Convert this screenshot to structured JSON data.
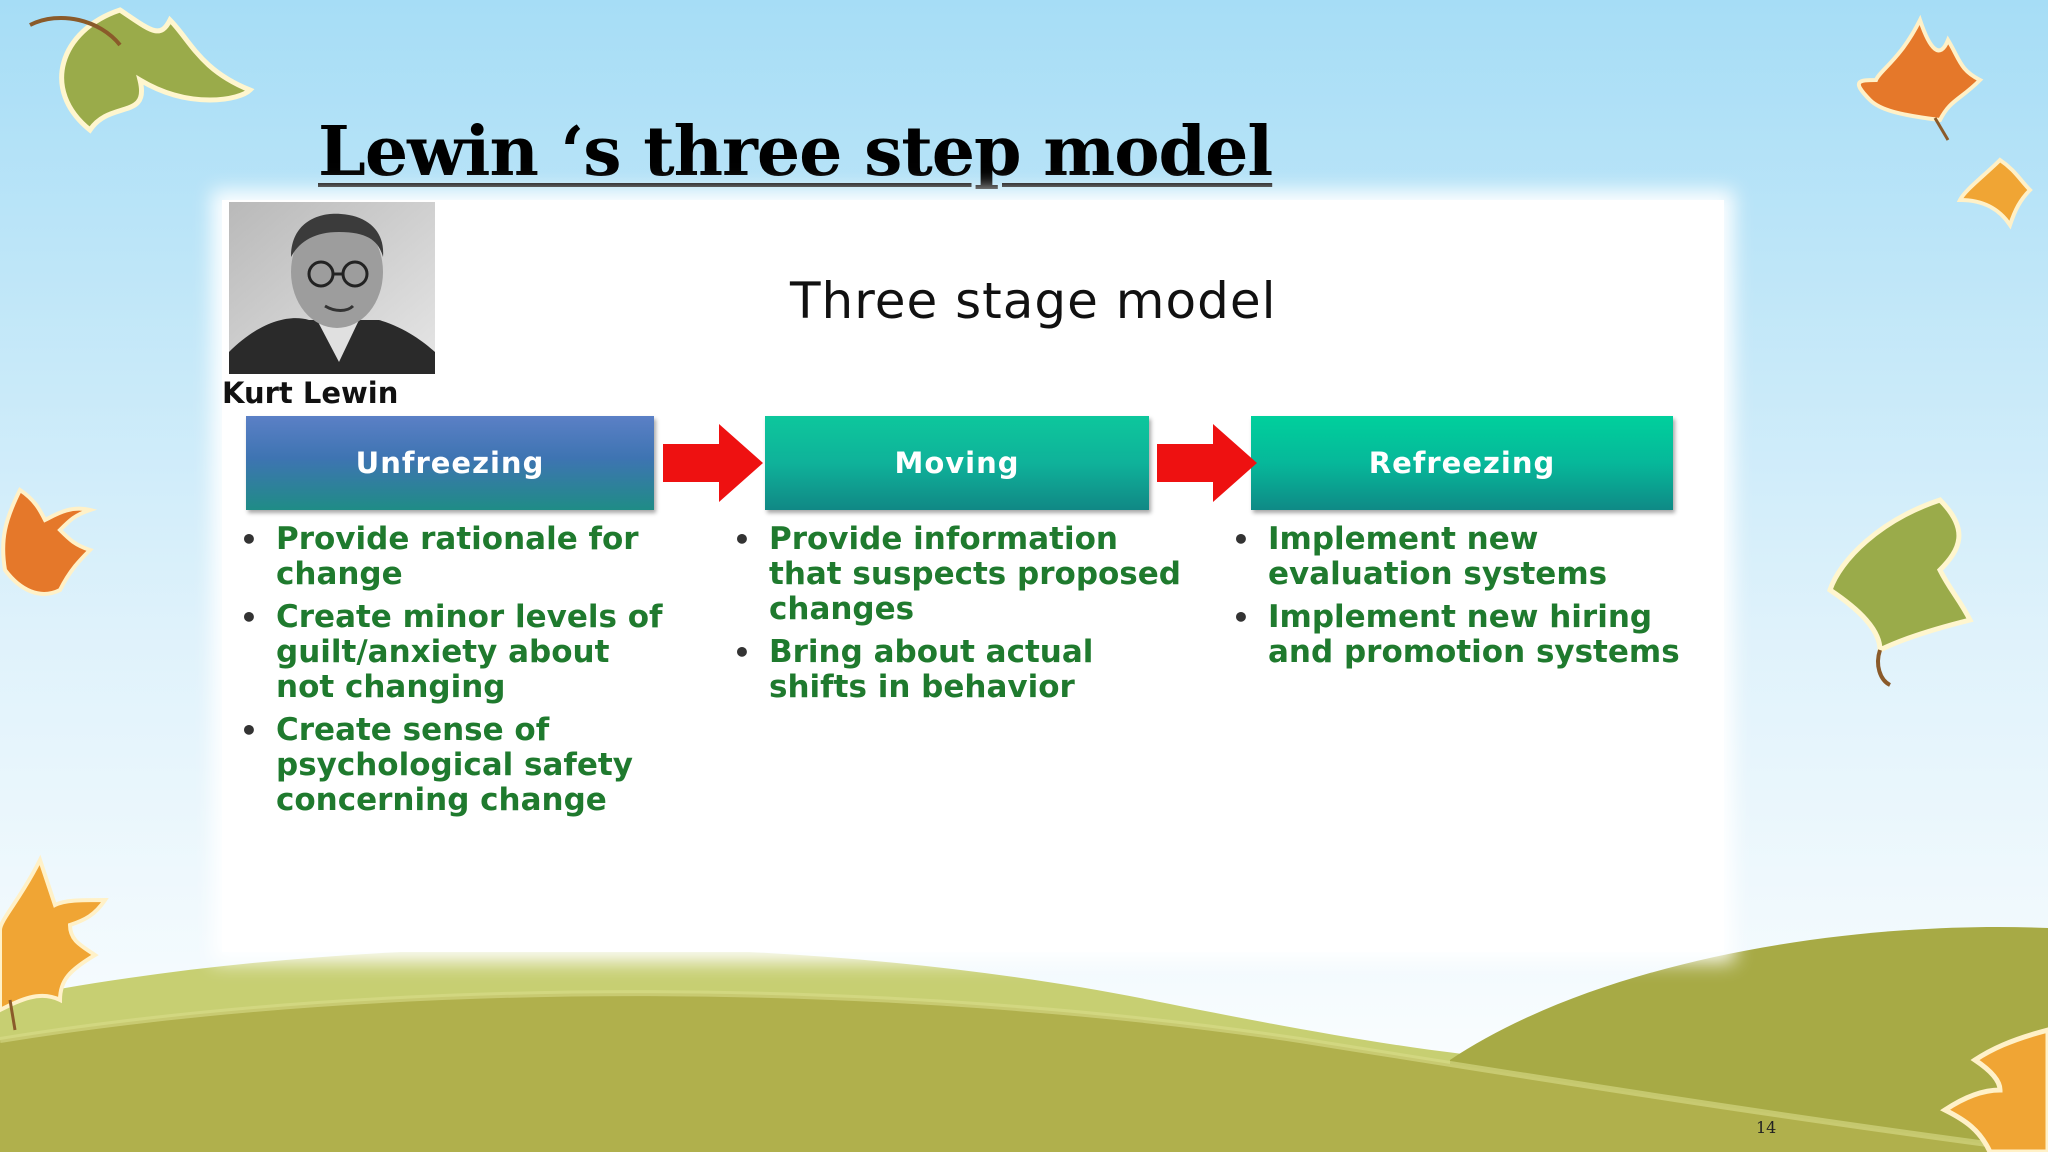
{
  "slide": {
    "title": "Lewin ‘s three step model",
    "page_number": "14"
  },
  "diagram": {
    "title": "Three stage model",
    "photo_caption": "Kurt Lewin",
    "stages": [
      {
        "label": "Unfreezing",
        "bullets": [
          "Provide rationale for change",
          "Create minor levels of guilt/anxiety about not changing",
          "Create sense of psychological safety concerning change"
        ]
      },
      {
        "label": "Moving",
        "bullets": [
          "Provide information that suspects proposed changes",
          "Bring about actual shifts in behavior"
        ]
      },
      {
        "label": "Refreezing",
        "bullets": [
          "Implement new evaluation systems",
          "Implement new hiring and promotion systems"
        ]
      }
    ]
  },
  "colors": {
    "sky_top": "#a6ddf6",
    "hill_green": "#b0b04c",
    "bullet_text": "#1f7a2e",
    "arrow_red": "#ee1111"
  }
}
